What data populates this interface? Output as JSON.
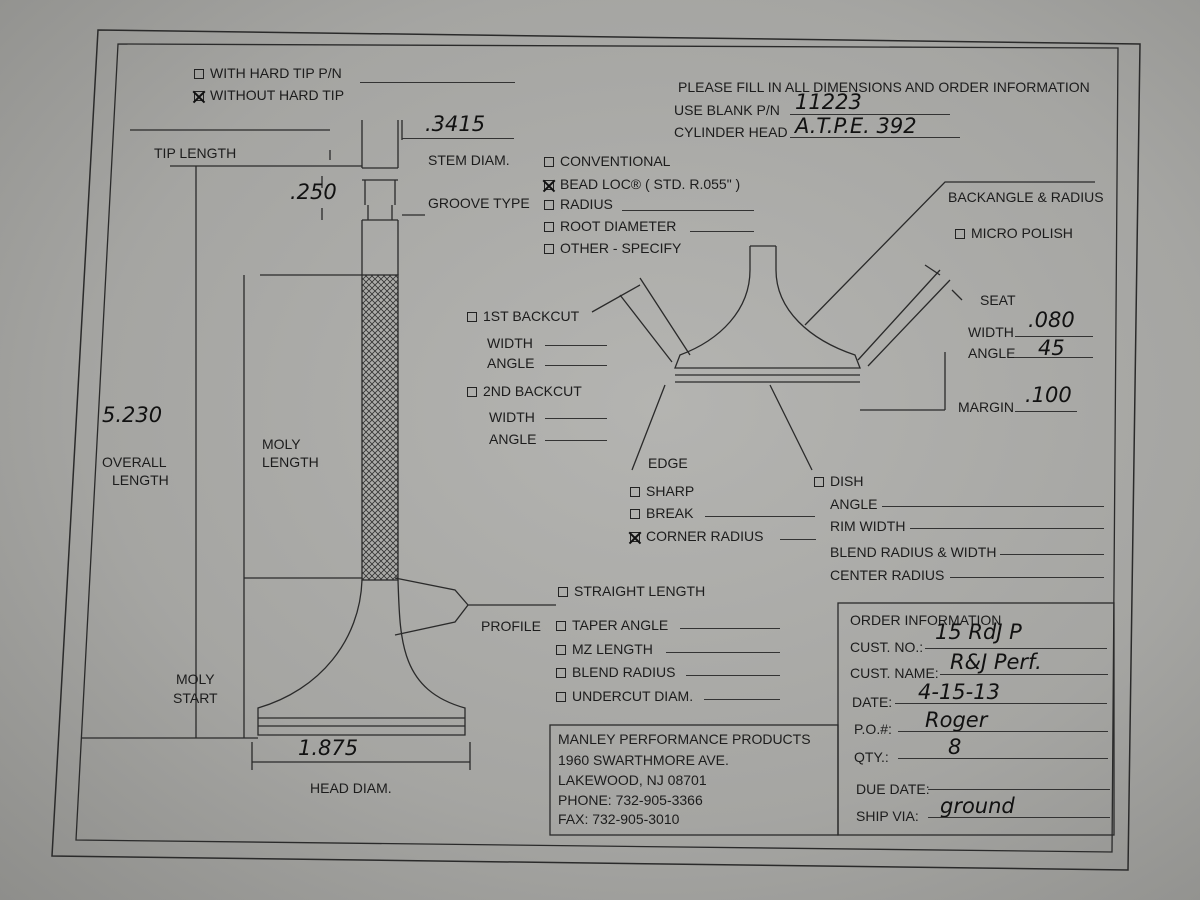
{
  "tip": {
    "with_hard_tip": "WITH HARD TIP P/N",
    "without_hard_tip": "WITHOUT HARD TIP"
  },
  "header": {
    "instruction": "PLEASE FILL IN ALL DIMENSIONS AND ORDER INFORMATION",
    "blank_pn_label": "USE BLANK P/N",
    "blank_pn_value": "11223",
    "cyl_head_label": "CYLINDER HEAD",
    "cyl_head_value": "A.T.P.E. 392"
  },
  "dims": {
    "tip_length": "TIP LENGTH",
    "stem_diam_label": "STEM DIAM.",
    "stem_diam_value": ".3415",
    "groove_value": ".250",
    "overall_length_value": "5.230",
    "overall_length_label_1": "OVERALL",
    "overall_length_label_2": "LENGTH",
    "moly_length_1": "MOLY",
    "moly_length_2": "LENGTH",
    "moly_start_1": "MOLY",
    "moly_start_2": "START",
    "head_diam_value": "1.875",
    "head_diam_label": "HEAD DIAM."
  },
  "groove": {
    "label": "GROOVE TYPE",
    "options": [
      "CONVENTIONAL",
      "BEAD LOC® ( STD. R.055\" )",
      "RADIUS",
      "ROOT DIAMETER",
      "OTHER - SPECIFY"
    ]
  },
  "backcut": {
    "first": "1ST BACKCUT",
    "second": "2ND BACKCUT",
    "width": "WIDTH",
    "angle": "ANGLE"
  },
  "seat": {
    "backangle": "BACKANGLE & RADIUS",
    "micro_polish": "MICRO POLISH",
    "seat": "SEAT",
    "width_label": "WIDTH",
    "width_value": ".080",
    "angle_label": "ANGLE",
    "angle_value": "45",
    "margin_label": "MARGIN",
    "margin_value": ".100"
  },
  "edge": {
    "label": "EDGE",
    "options": [
      "SHARP",
      "BREAK",
      "CORNER RADIUS"
    ]
  },
  "dish": {
    "label": "DISH",
    "fields": [
      "ANGLE",
      "RIM WIDTH",
      "BLEND RADIUS & WIDTH",
      "CENTER RADIUS"
    ]
  },
  "profile": {
    "label": "PROFILE",
    "options": [
      "STRAIGHT LENGTH",
      "TAPER ANGLE",
      "MZ LENGTH",
      "BLEND RADIUS",
      "UNDERCUT DIAM."
    ]
  },
  "company": {
    "name": "MANLEY PERFORMANCE PRODUCTS",
    "address": "1960 SWARTHMORE AVE.",
    "city": "LAKEWOOD, NJ 08701",
    "phone": "PHONE: 732-905-3366",
    "fax": "FAX: 732-905-3010"
  },
  "order": {
    "title": "ORDER INFORMATION",
    "cust_no_label": "CUST. NO.:",
    "cust_no_value": "15 RdJ P",
    "cust_name_label": "CUST. NAME:",
    "cust_name_value": "R&J Perf.",
    "date_label": "DATE:",
    "date_value": "4-15-13",
    "po_label": "P.O.#:",
    "po_value": "Roger",
    "qty_label": "QTY.:",
    "qty_value": "8",
    "due_label": "DUE DATE:",
    "ship_label": "SHIP VIA:",
    "ship_value": "ground"
  }
}
